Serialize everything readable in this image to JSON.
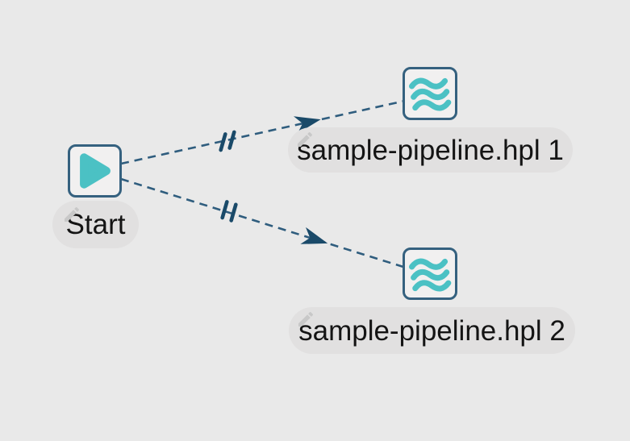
{
  "app": {
    "title": "Workflow editor canvas"
  },
  "colors": {
    "canvas_background": "#e9e9e9",
    "node_border": "#35617f",
    "node_fill": "#f1f0f0",
    "accent_teal": "#4bc1c4",
    "hop_line": "#2f5d7e",
    "hop_marker": "#1a4a69",
    "label_pill": "#e1e0e0",
    "label_text": "#141414",
    "pencil_gray": "#c8c8c8"
  },
  "nodes": {
    "start": {
      "label": "Start",
      "icon": "play-icon"
    },
    "pipeline1": {
      "label": "sample-pipeline.hpl 1",
      "icon": "waves-icon"
    },
    "pipeline2": {
      "label": "sample-pipeline.hpl 2",
      "icon": "waves-icon"
    }
  },
  "hops": [
    {
      "from": "Start",
      "to": "sample-pipeline.hpl 1",
      "line_style": "dashed",
      "marker": "parallel-execution",
      "arrow": "mid-line-arrow"
    },
    {
      "from": "Start",
      "to": "sample-pipeline.hpl 2",
      "line_style": "dashed",
      "marker": "parallel-execution",
      "arrow": "mid-line-arrow"
    }
  ]
}
